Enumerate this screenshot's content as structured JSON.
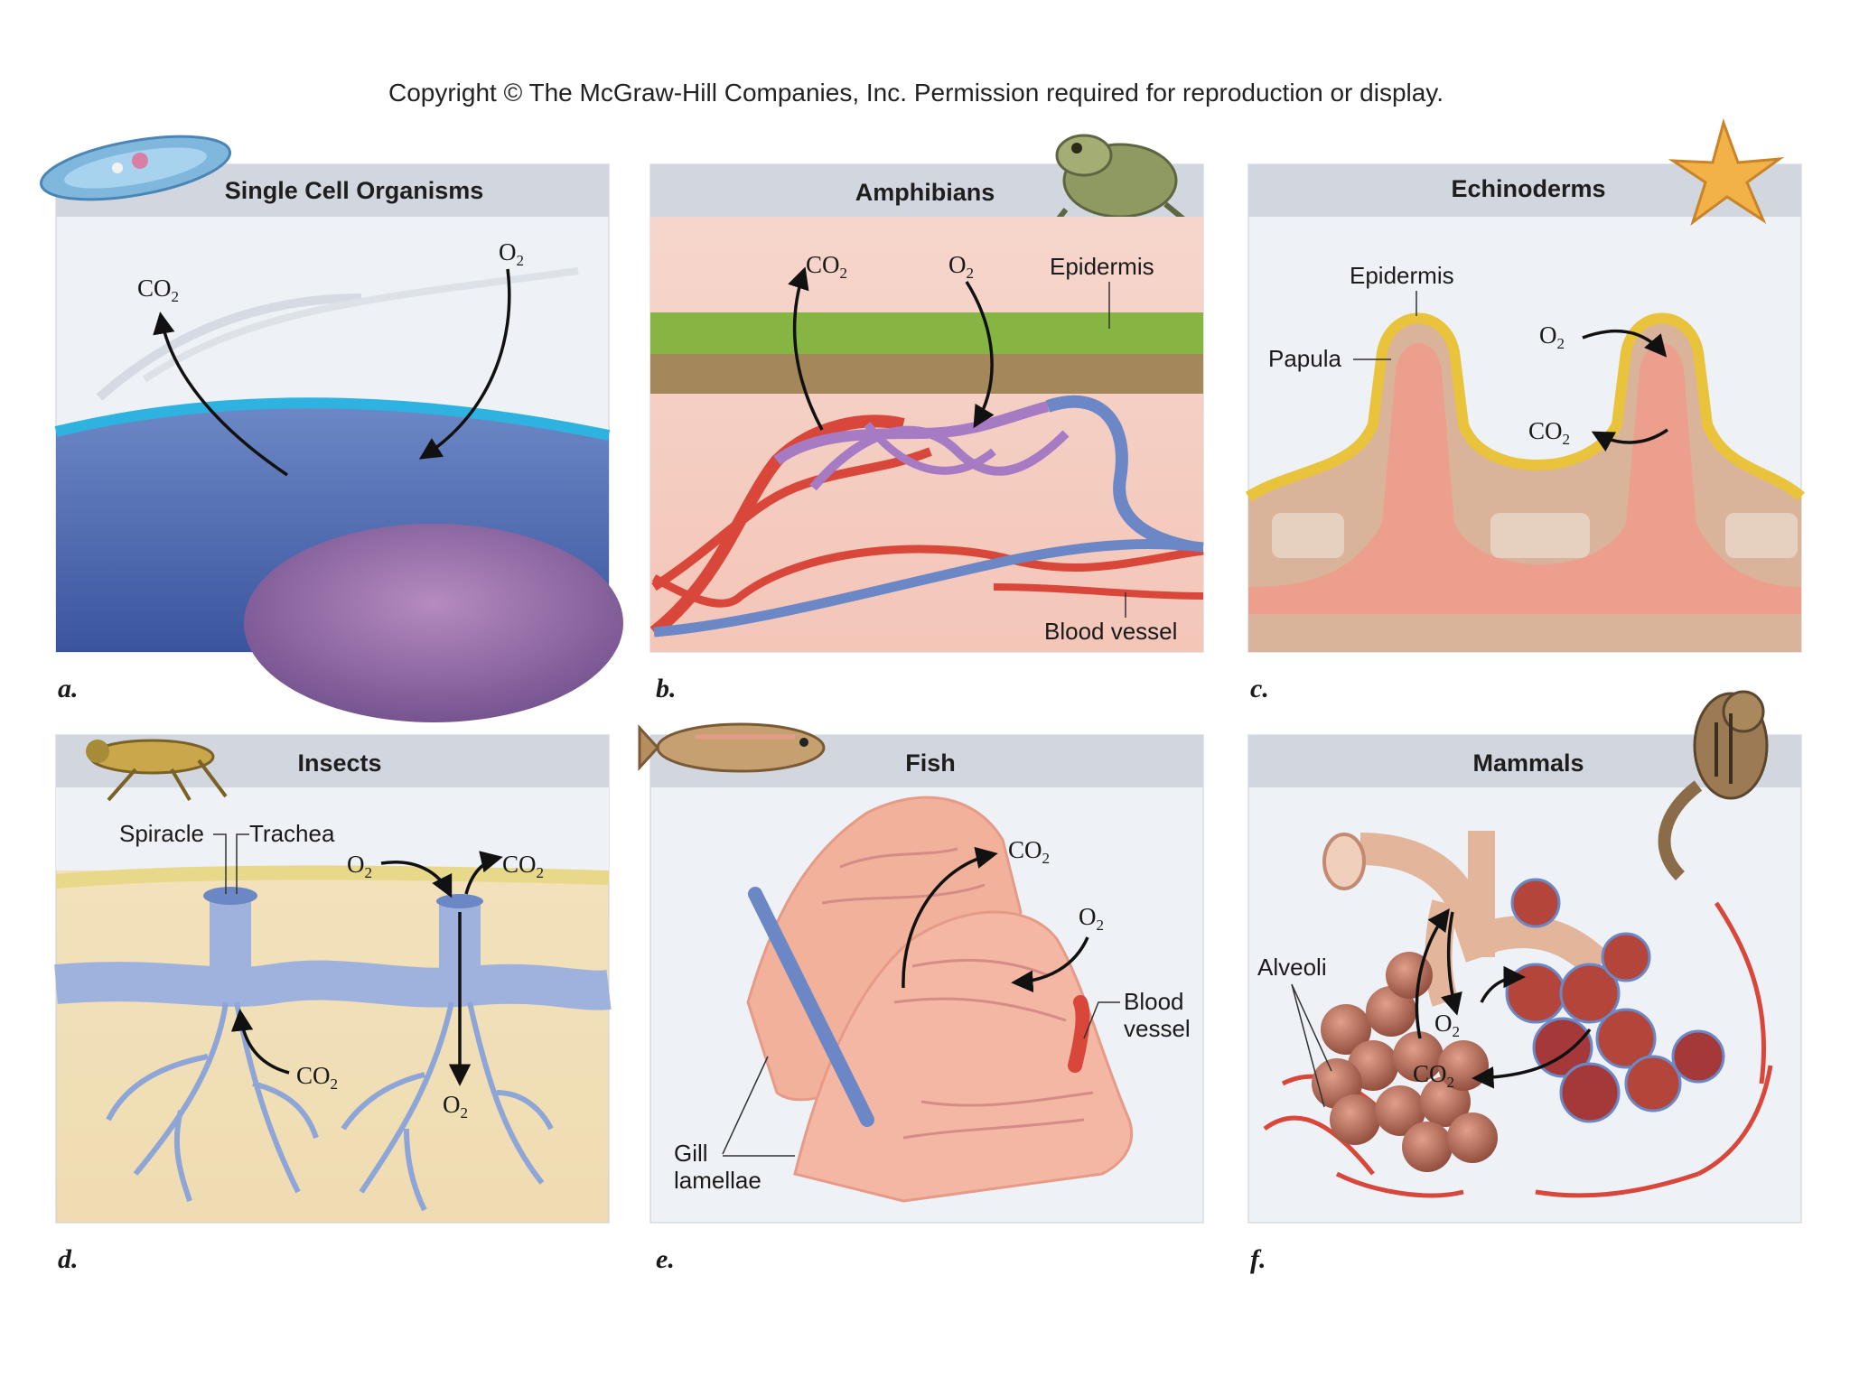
{
  "copyright": "Copyright © The McGraw-Hill Companies, Inc. Permission required for reproduction or display.",
  "panels": {
    "a": {
      "letter": "a.",
      "title": "Single Cell Organisms",
      "co2": "CO",
      "o2": "O"
    },
    "b": {
      "letter": "b.",
      "title": "Amphibians",
      "co2": "CO",
      "o2": "O",
      "epidermis": "Epidermis",
      "blood_vessel": "Blood vessel"
    },
    "c": {
      "letter": "c.",
      "title": "Echinoderms",
      "epidermis": "Epidermis",
      "papula": "Papula",
      "o2": "O",
      "co2": "CO"
    },
    "d": {
      "letter": "d.",
      "title": "Insects",
      "spiracle": "Spiracle",
      "trachea": "Trachea",
      "o2_top": "O",
      "co2_top": "CO",
      "co2_bottom": "CO",
      "o2_bottom": "O"
    },
    "e": {
      "letter": "e.",
      "title": "Fish",
      "co2": "CO",
      "o2": "O",
      "blood": "Blood",
      "vessel": "vessel",
      "gill": "Gill",
      "lamellae": "lamellae"
    },
    "f": {
      "letter": "f.",
      "title": "Mammals",
      "alveoli": "Alveoli",
      "o2": "O",
      "co2": "CO"
    }
  },
  "subscript": "2",
  "colors": {
    "header_bg": "#d2d6de",
    "panel_bg": "#eef2f7",
    "vessel_red": "#d9463a",
    "vessel_blue": "#6c87c6",
    "tissue_pink": "#f2b8a8",
    "cell_blue": "#4f6db5",
    "membrane_cyan": "#2eb3e0",
    "epidermis_green": "#7fb23a",
    "insect_tan": "#f1dfb8"
  }
}
